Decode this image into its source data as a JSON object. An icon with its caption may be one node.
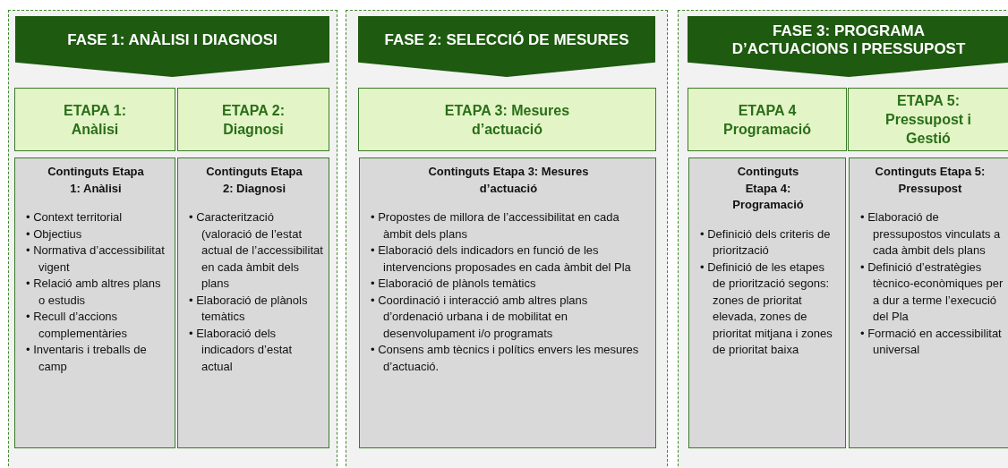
{
  "diagram": {
    "nodes": [
      {
        "text": [],
        "shape": "box"
      },
      {
        "text": [
          "FASE 1: ANÀLISI I DIAGNOSI"
        ],
        "in": 0
      },
      {
        "text": [
          "ETAPA 1: Anàlisi"
        ],
        "in": 0
      },
      {
        "text": [
          "ETAPA 2: Diagnosi"
        ],
        "in": 0
      },
      {
        "text": [
          "Continguts Etapa 1: Anàlisi",
          "• Context territorial",
          "• Objectius",
          "• Normativa d’accessibilitat vigent",
          "• Relació amb altres plans o estudis",
          "• Recull d’accions complementàries",
          "• Inventaris i treballs de camp"
        ],
        "in": 0
      },
      {
        "text": [
          "Continguts Etapa 2: Diagnosi",
          "• Caracterització (valoració de l’estat actual de l’accessibilitat en cada àmbit dels plans",
          "• Elaboració de plànols temàtics",
          "• Elaboració dels indicadors d’estat actual"
        ],
        "in": 0
      },
      {
        "text": [],
        "shape": "box"
      },
      {
        "text": [
          "FASE 2: SELECCIÓ DE MESURES"
        ],
        "in": 6
      },
      {
        "text": [
          "ETAPA 3: Mesures d’actuació"
        ],
        "in": 6
      },
      {
        "text": [
          "Continguts Etapa 3: Mesures d’actuació",
          "• Propostes de millora de l’accessibilitat en cada àmbit dels plans",
          "• Elaboració dels indicadors en funció de les intervencions proposades en cada àmbit del Pla",
          "• Elaboració de plànols temàtics",
          "• Coordinació i interacció amb altres plans d’ordenació urbana i de mobilitat en desenvolupament i/o programats",
          "• Consens amb tècnics i polítics envers les mesures d’actuació."
        ],
        "in": 6
      },
      {
        "text": [],
        "shape": "box"
      },
      {
        "text": [
          "FASE 3: PROGRAMA D’ACTUACIONS I PRESSUPOST"
        ],
        "in": 10
      },
      {
        "text": [
          "ETAPA 4 Programació"
        ],
        "in": 10
      },
      {
        "text": [
          "ETAPA 5: Pressupost i Gestió"
        ],
        "in": 10
      },
      {
        "text": [
          "Continguts Etapa 4: Programació",
          "• Definició dels criteris de priorització",
          "• Definició de les etapes de priorització segons: zones de prioritat elevada, zones de prioritat mitjana i zones de prioritat baixa"
        ],
        "in": 10
      },
      {
        "text": [
          "Continguts Etapa 5: Pressupost",
          "• Elaboració de pressupostos vinculats a cada àmbit dels plans",
          "• Definició d’estratègies tècnico-econòmiques per a dur a terme l’execució del Pla",
          "• Formació en accessibilitat universal"
        ],
        "in": 10
      }
    ],
    "edges": []
  }
}
